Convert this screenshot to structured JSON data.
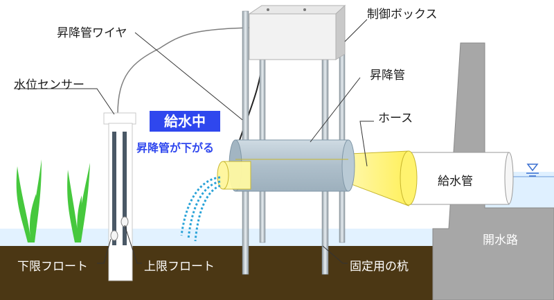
{
  "labels": {
    "control_box": "制御ボックス",
    "riser_wire": "昇降管ワイヤ",
    "riser_pipe": "昇降管",
    "water_sensor": "水位センサー",
    "hose": "ホース",
    "supply_pipe": "給水管",
    "lower_float": "下限フロート",
    "upper_float": "上限フロート",
    "fixing_stake": "固定用の杭",
    "channel": "開水路"
  },
  "status": {
    "badge": "給水中",
    "action": "昇降管が下がる"
  },
  "colors": {
    "soil": "#4b3714",
    "water": "#dff0ff",
    "status_blue": "#2f47ee",
    "pipe": "#b5c6d1",
    "hose": "#fff27a",
    "concrete": "#a7a7a7"
  }
}
